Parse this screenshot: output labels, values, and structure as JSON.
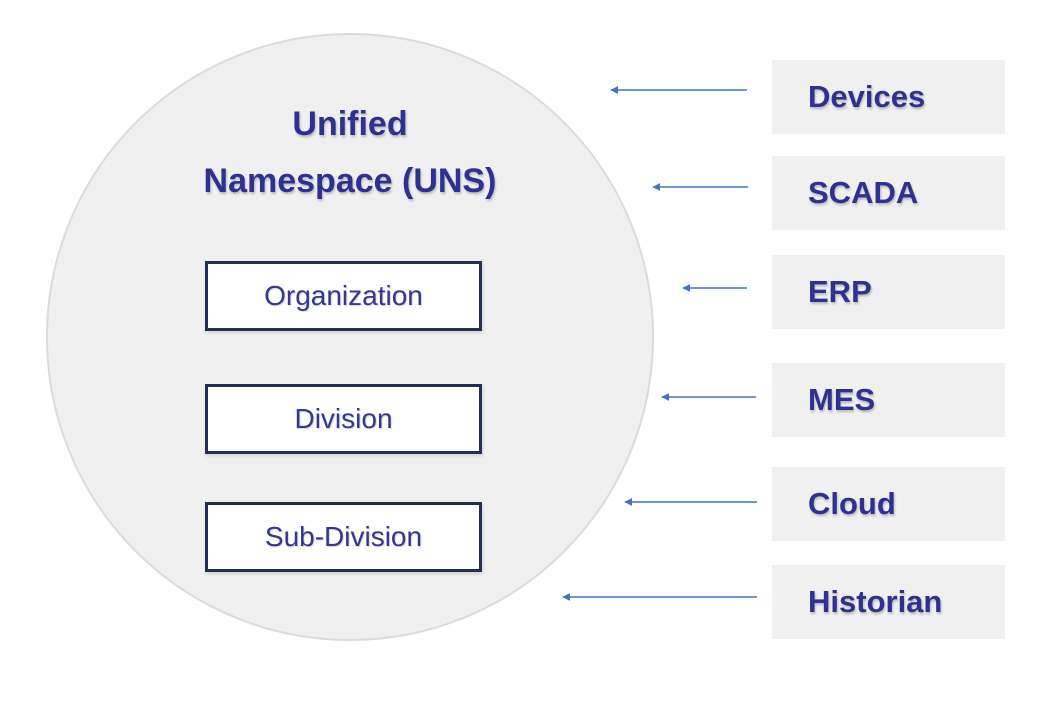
{
  "diagram": {
    "title_line1": "Unified",
    "title_line2": "Namespace (UNS)",
    "hierarchy": [
      {
        "label": "Organization"
      },
      {
        "label": "Division"
      },
      {
        "label": "Sub-Division"
      }
    ],
    "sources": [
      {
        "label": "Devices"
      },
      {
        "label": "SCADA"
      },
      {
        "label": "ERP"
      },
      {
        "label": "MES"
      },
      {
        "label": "Cloud"
      },
      {
        "label": "Historian"
      }
    ],
    "colors": {
      "title_text": "#2E3191",
      "hierarchy_box_border": "#232F55",
      "hierarchy_box_text": "#32388E",
      "source_box_background": "#F0F0F0",
      "circle_fill": "#F0F0F0",
      "circle_border": "#DBDBDB",
      "arrow": "#4472C4"
    }
  }
}
